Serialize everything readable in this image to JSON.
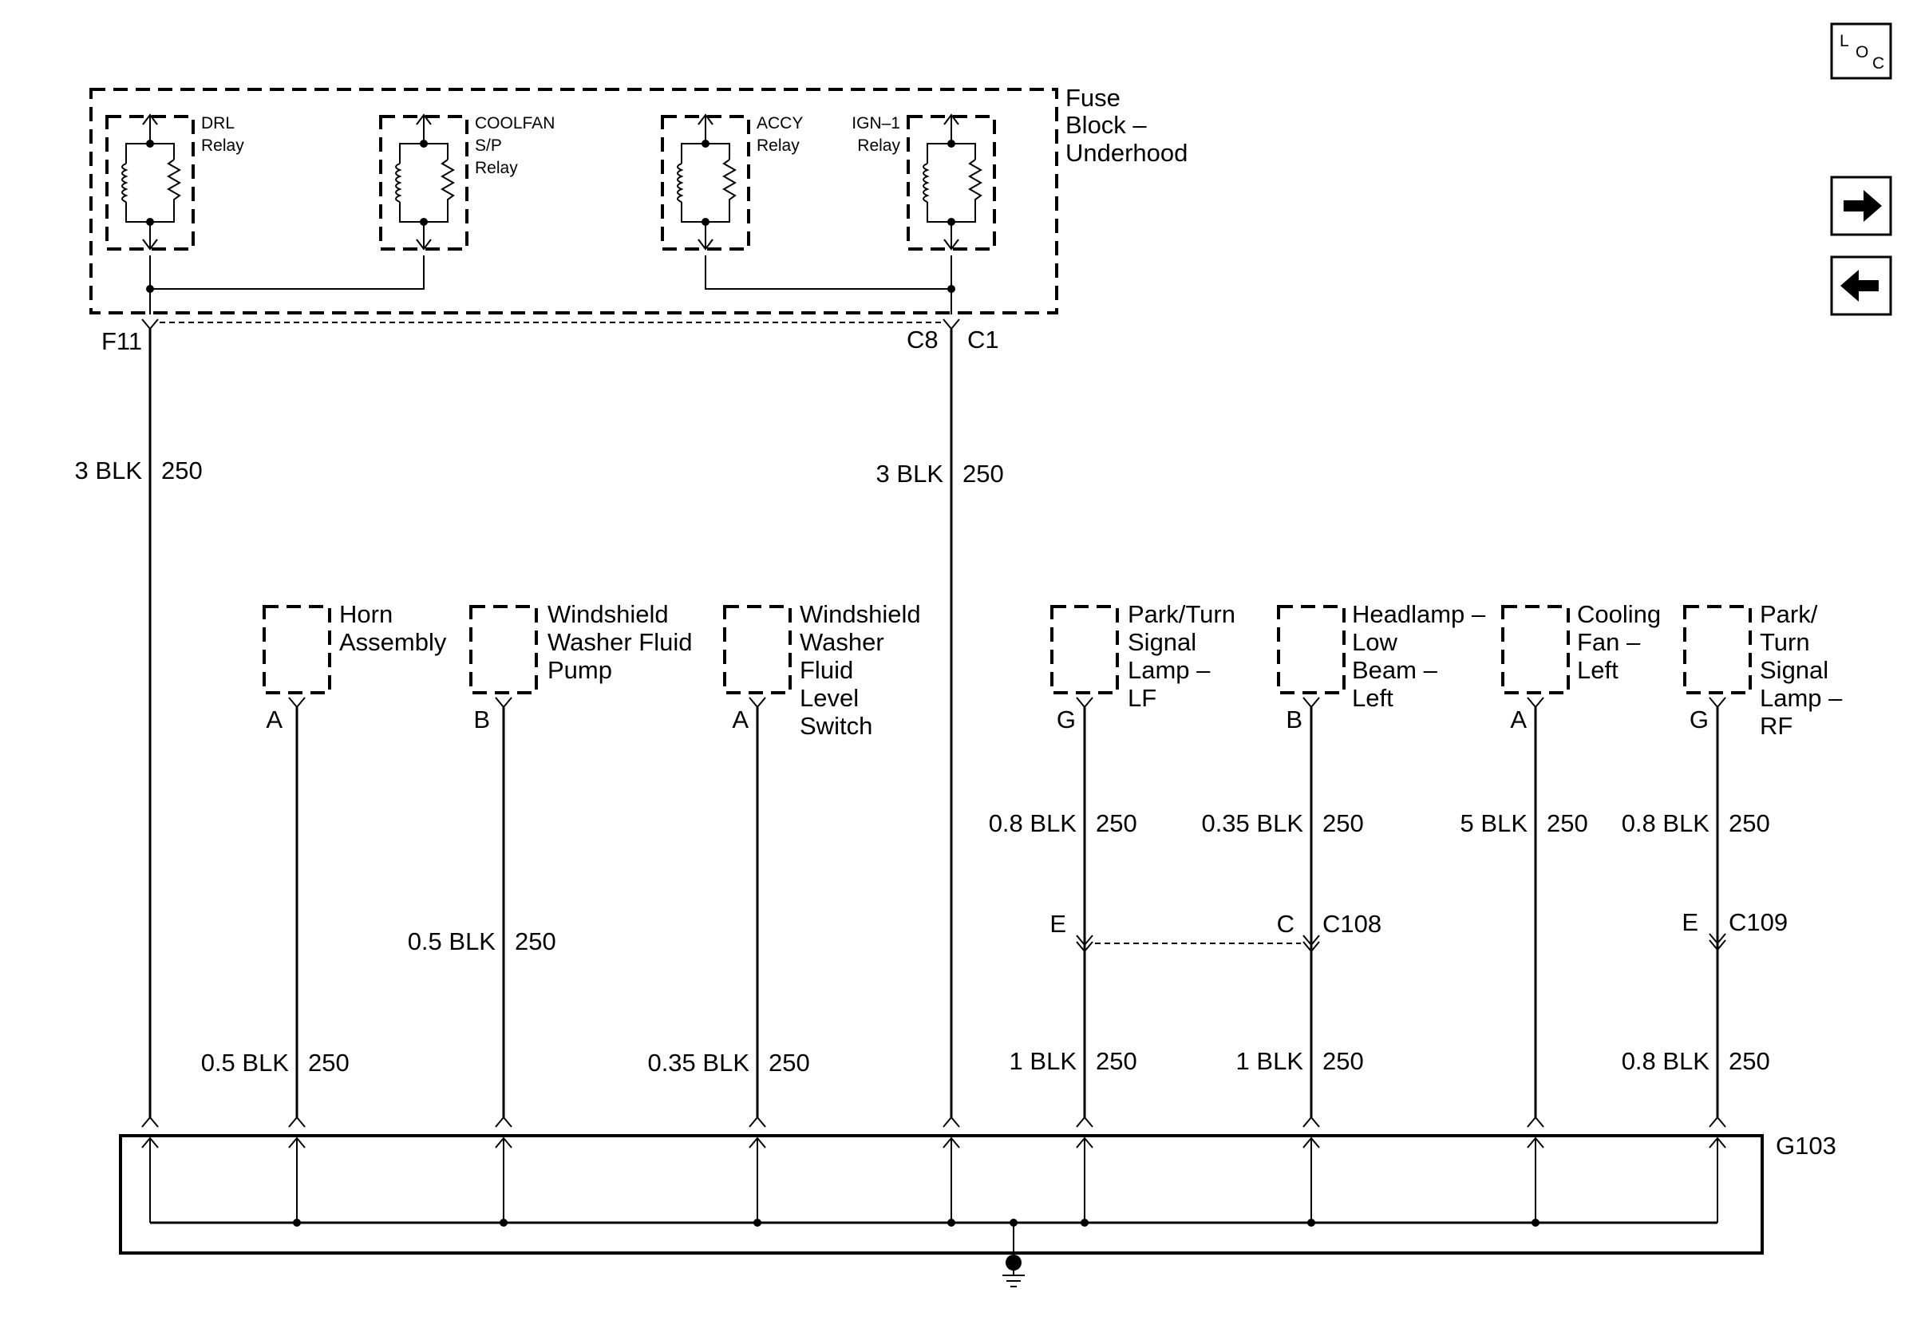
{
  "nav": {
    "loc_letter_l": "L",
    "loc_letter_o": "O",
    "loc_letter_c": "C",
    "next_glyph": "➜",
    "prev_glyph": "⬅"
  },
  "fuse_block": {
    "line1": "Fuse",
    "line2": "Block –",
    "line3": "Underhood",
    "relays": [
      {
        "l1": "DRL",
        "l2": "Relay",
        "l3": ""
      },
      {
        "l1": "COOLFAN",
        "l2": "S/P",
        "l3": "Relay"
      },
      {
        "l1": "ACCY",
        "l2": "Relay",
        "l3": ""
      },
      {
        "l1": "IGN–1",
        "l2": "Relay",
        "l3": ""
      }
    ],
    "pins": {
      "f11": "F11",
      "c8": "C8",
      "c1": "C1"
    }
  },
  "main_wires": {
    "left": {
      "gauge": "3 BLK",
      "circuit": "250"
    },
    "right": {
      "gauge": "3 BLK",
      "circuit": "250"
    }
  },
  "components": [
    {
      "lines": [
        "Horn",
        "Assembly"
      ],
      "pin": "A"
    },
    {
      "lines": [
        "Windshield",
        "Washer Fluid",
        "Pump"
      ],
      "pin": "B"
    },
    {
      "lines": [
        "Windshield",
        "Washer",
        "Fluid",
        "Level",
        "Switch"
      ],
      "pin": "A"
    },
    {
      "lines": [
        "Park/Turn",
        "Signal",
        "Lamp –",
        "LF"
      ],
      "pin": "G"
    },
    {
      "lines": [
        "Headlamp –",
        "Low",
        "Beam –",
        "Left"
      ],
      "pin": "B"
    },
    {
      "lines": [
        "Cooling",
        "Fan –",
        "Left"
      ],
      "pin": "A"
    },
    {
      "lines": [
        "Park/",
        "Turn",
        "Signal",
        "Lamp –",
        "RF"
      ],
      "pin": "G"
    }
  ],
  "wire_labels": {
    "horn": {
      "gauge": "0.5 BLK",
      "circuit": "250"
    },
    "pump": {
      "gauge": "0.5 BLK",
      "circuit": "250"
    },
    "level_switch": {
      "gauge": "0.35 BLK",
      "circuit": "250"
    },
    "park_lf_upper": {
      "gauge": "0.8 BLK",
      "circuit": "250"
    },
    "park_lf_lower": {
      "gauge": "1 BLK",
      "circuit": "250"
    },
    "headlamp_upper": {
      "gauge": "0.35 BLK",
      "circuit": "250"
    },
    "headlamp_lower": {
      "gauge": "1 BLK",
      "circuit": "250"
    },
    "cooling_fan": {
      "gauge": "5 BLK",
      "circuit": "250"
    },
    "park_rf_upper": {
      "gauge": "0.8 BLK",
      "circuit": "250"
    },
    "park_rf_lower": {
      "gauge": "0.8 BLK",
      "circuit": "250"
    }
  },
  "connectors": {
    "c108": {
      "name": "C108",
      "pin_left": "E",
      "pin_right": "C"
    },
    "c109": {
      "name": "C109",
      "pin": "E"
    }
  },
  "ground": {
    "name": "G103"
  }
}
